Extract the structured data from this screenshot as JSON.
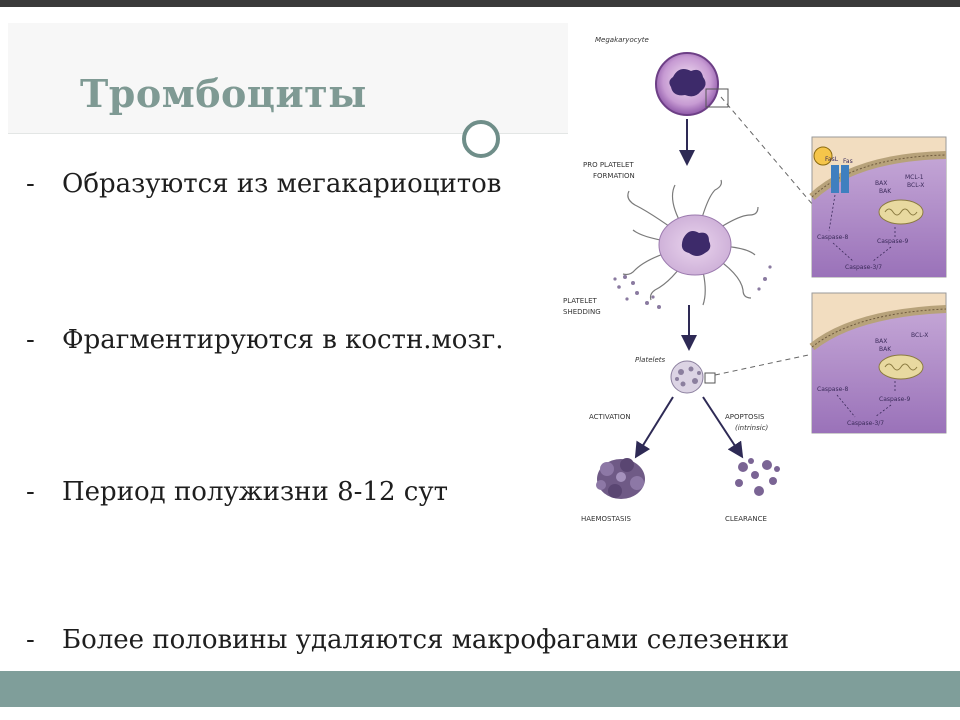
{
  "slide": {
    "title": "Тромбоциты",
    "bullet_dash": "-",
    "bullets": [
      "Образуются из мегакариоцитов",
      "Фрагментируются в костн.мозг.",
      "Период полужизни 8-12 сут",
      "Более половины удаляются макрофагами селезенки"
    ]
  },
  "diagram": {
    "megakaryocyte": "Megakaryocyte",
    "pro_platelet_1": "PRO PLATELET",
    "pro_platelet_2": "FORMATION",
    "shedding_1": "PLATELET",
    "shedding_2": "SHEDDING",
    "platelets": "Platelets",
    "activation": "ACTIVATION",
    "apoptosis": "APOPTOSIS",
    "intrinsic": "(intrinsic)",
    "haemostasis": "HAEMOSTASIS",
    "clearance": "CLEARANCE",
    "panel_top": {
      "fasl": "FasL",
      "fas": "Fas",
      "bax": "BAX",
      "bak": "BAK",
      "mcl1": "MCL-1",
      "bclxl": "BCL-X",
      "caspase8": "Caspase-8",
      "caspase9": "Caspase-9",
      "caspase37": "Caspase-3/7"
    },
    "panel_bottom": {
      "bax": "BAX",
      "bak": "BAK",
      "bclxl": "BCL-X",
      "caspase8": "Caspase-8",
      "caspase9": "Caspase-9",
      "caspase37": "Caspase-3/7"
    }
  },
  "colors": {
    "title": "#7f9a94",
    "accent_bar": "#7f9e9a",
    "cell_purple": "#b07bc0",
    "panel_bg": "#f2ddc0"
  }
}
